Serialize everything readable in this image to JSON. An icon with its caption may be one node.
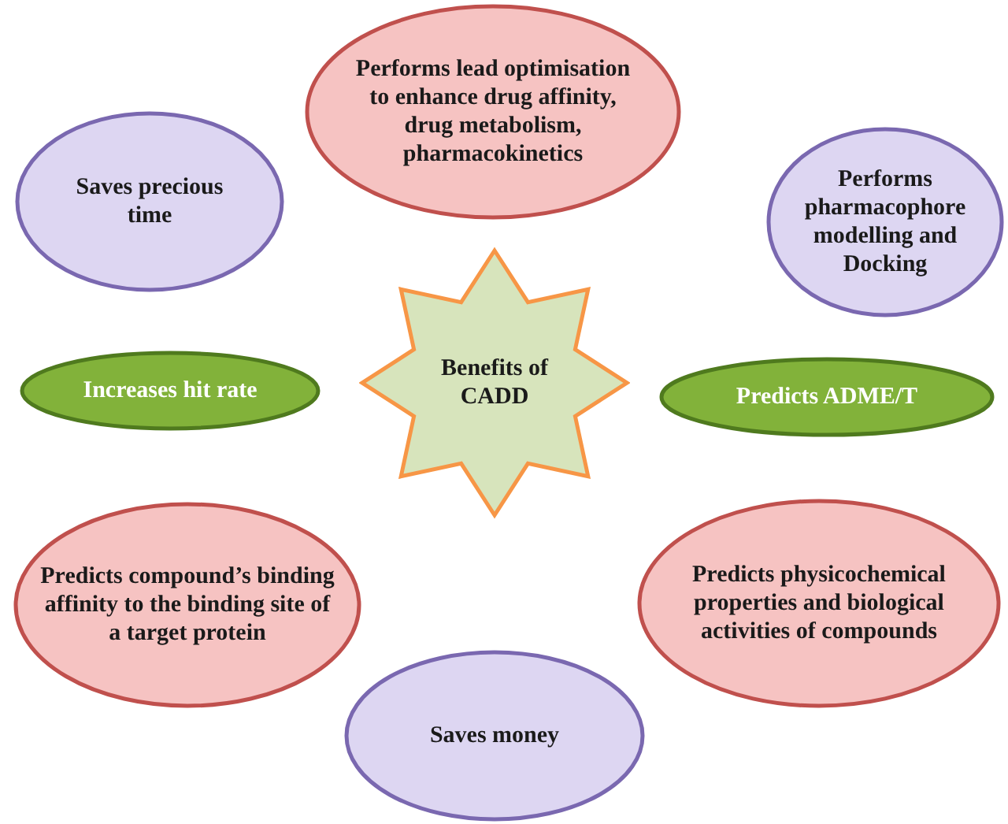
{
  "diagram": {
    "nodes": [
      {
        "text": [
          "Performs  lead optimisation to enhance drug affinity, drug metabolism, pharmacokinetics"
        ]
      },
      {
        "text": [
          "Saves precious time"
        ]
      },
      {
        "text": [
          "Performs pharmacophore modelling and Docking"
        ]
      },
      {
        "text": [
          "Increases hit rate"
        ]
      },
      {
        "text": [
          "Benefits of CADD"
        ]
      },
      {
        "text": [
          "Predicts ADME/T"
        ]
      },
      {
        "text": [
          "Predicts compound’s binding affinity to the binding site of a target protein"
        ]
      },
      {
        "text": [
          "Predicts physicochemical properties  and biological activities of compounds"
        ]
      },
      {
        "text": [
          "Saves money"
        ]
      }
    ],
    "edges": []
  }
}
